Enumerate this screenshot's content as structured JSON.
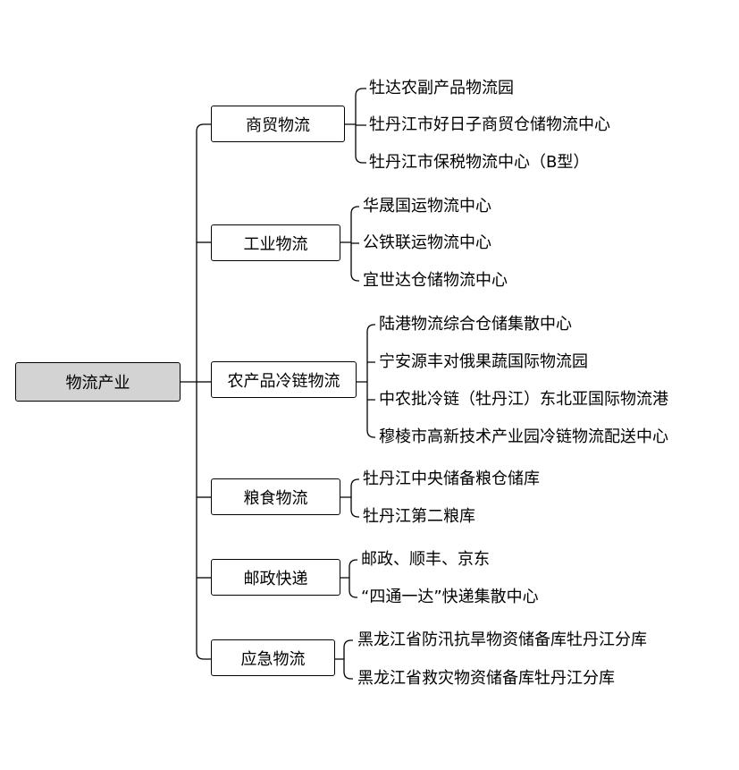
{
  "root": {
    "label": "物流产业",
    "fill": "#d3d3d3"
  },
  "categories": [
    {
      "label": "商贸物流",
      "items": [
        "牡达农副产品物流园",
        "牡丹江市好日子商贸仓储物流中心",
        "牡丹江市保税物流中心（B型）"
      ]
    },
    {
      "label": "工业物流",
      "items": [
        "华晟国运物流中心",
        "公铁联运物流中心",
        "宜世达仓储物流中心"
      ]
    },
    {
      "label": "农产品冷链物流",
      "items": [
        "陆港物流综合仓储集散中心",
        "宁安源丰对俄果蔬国际物流园",
        "中农批冷链（牡丹江）东北亚国际物流港",
        "穆棱市高新技术产业园冷链物流配送中心"
      ]
    },
    {
      "label": "粮食物流",
      "items": [
        "牡丹江中央储备粮仓储库",
        "牡丹江第二粮库"
      ]
    },
    {
      "label": "邮政快递",
      "items": [
        "邮政、顺丰、京东",
        "“四通一达”快递集散中心"
      ]
    },
    {
      "label": "应急物流",
      "items": [
        "黑龙江省防汛抗旱物资储备库牡丹江分库",
        "黑龙江省救灾物资储备库牡丹江分库"
      ]
    }
  ]
}
